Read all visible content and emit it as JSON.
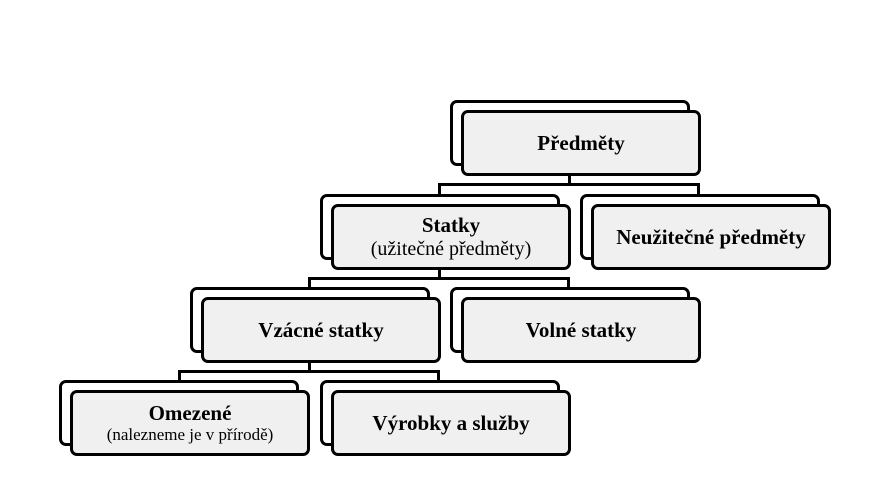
{
  "diagram": {
    "nodes": {
      "predmety": {
        "title": "Předměty"
      },
      "statky": {
        "title": "Statky",
        "subtitle": "(užitečné předměty)"
      },
      "neuzitecne": {
        "title": "Neužitečné předměty"
      },
      "vzacne": {
        "title": "Vzácné statky"
      },
      "volne": {
        "title": "Volné statky"
      },
      "omezene": {
        "title": "Omezené",
        "subtitle": "(nalezneme je v přírodě)"
      },
      "vyrobky": {
        "title": "Výrobky a služby"
      }
    },
    "edges": [
      [
        "predmety",
        "statky"
      ],
      [
        "predmety",
        "neuzitecne"
      ],
      [
        "statky",
        "vzacne"
      ],
      [
        "statky",
        "volne"
      ],
      [
        "vzacne",
        "omezene"
      ],
      [
        "vzacne",
        "vyrobky"
      ]
    ],
    "colors": {
      "box_fill": "#f0f0f0",
      "border": "#000000"
    }
  }
}
